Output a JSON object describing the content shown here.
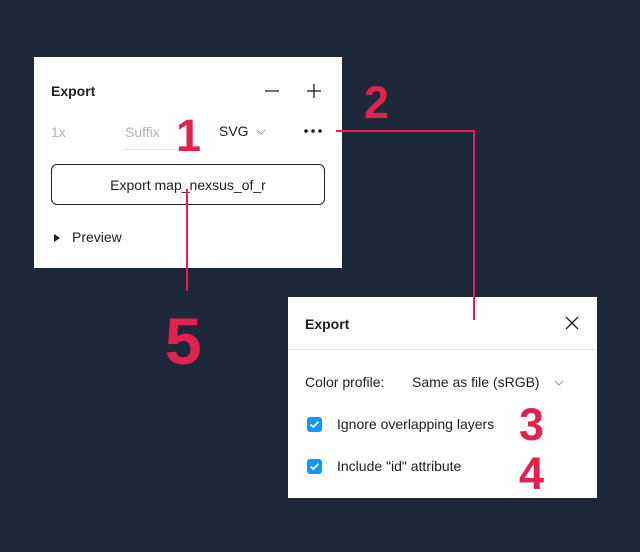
{
  "export_panel": {
    "title": "Export",
    "minus_icon": "minus",
    "plus_icon": "plus",
    "scale": "1x",
    "suffix_placeholder": "Suffix",
    "format": "SVG",
    "more_icon": "ellipsis",
    "export_button": "Export map_nexsus_of_r",
    "preview_label": "Preview"
  },
  "settings_panel": {
    "title": "Export",
    "close_icon": "close",
    "color_profile_label": "Color profile:",
    "color_profile_value": "Same as file (sRGB)",
    "options": [
      {
        "label": "Ignore overlapping layers",
        "checked": true
      },
      {
        "label": "Include \"id\" attribute",
        "checked": true
      }
    ]
  },
  "annotations": {
    "n1": "1",
    "n2": "2",
    "n3": "3",
    "n4": "4",
    "n5": "5",
    "color": "#e0234e"
  }
}
